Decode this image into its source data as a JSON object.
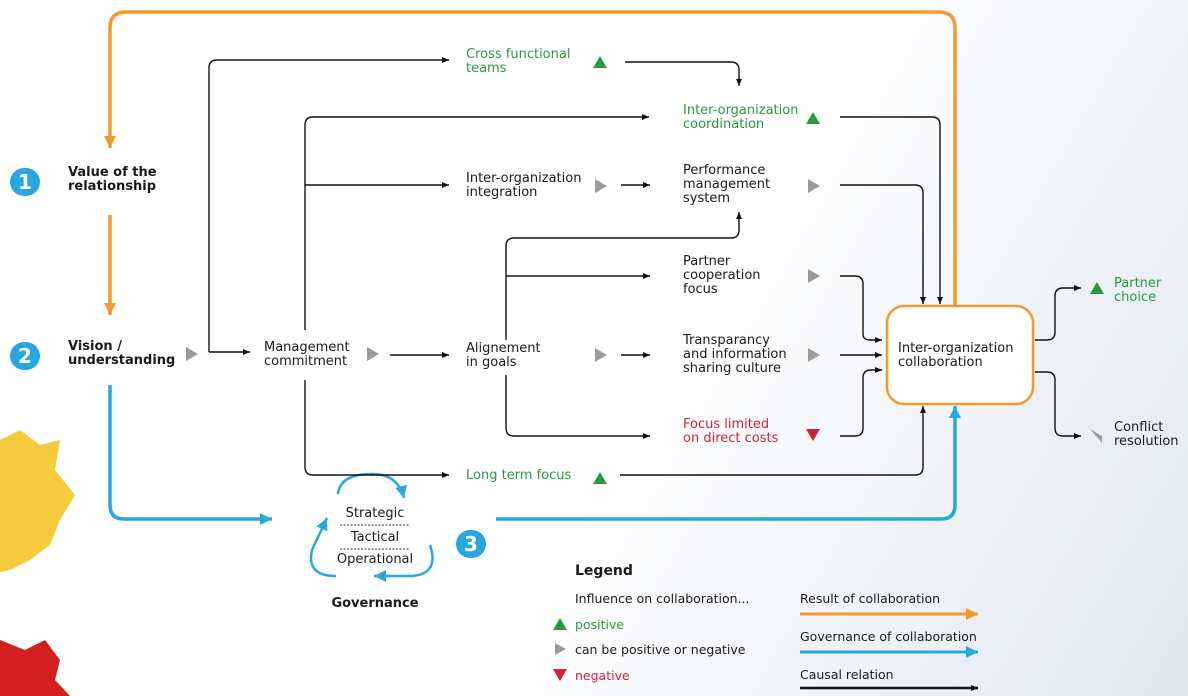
{
  "nodes": {
    "value_of_relationship": "Value of the\nrelationship",
    "vision_understanding": "Vision /\nunderstanding",
    "management_commitment": "Management\ncommitment",
    "cross_functional_teams": "Cross functional\nteams",
    "inter_org_coordination": "Inter-organization\ncoordination",
    "inter_org_integration": "Inter-organization\nintegration",
    "performance_management_system": "Performance\nmanagement\nsystem",
    "partner_cooperation_focus": "Partner\ncooperation\nfocus",
    "alignement_in_goals": "Alignement\nin goals",
    "transparancy": "Transparancy\nand information\nsharing culture",
    "focus_limited": "Focus limited\non direct costs",
    "long_term_focus": "Long term focus",
    "inter_org_collaboration": "Inter-organization\ncollaboration",
    "partner_choice": "Partner\nchoice",
    "conflict_resolution": "Conflict\nresolution"
  },
  "badges": {
    "one": "1",
    "two": "2",
    "three": "3"
  },
  "governance": {
    "strategic": "Strategic",
    "tactical": "Tactical",
    "operational": "Operational",
    "label": "Governance"
  },
  "legend": {
    "title": "Legend",
    "subtitle": "Influence on collaboration...",
    "positive": "positive",
    "mixed": "can be positive or negative",
    "negative": "negative",
    "result": "Result of collaboration",
    "governance": "Governance of collaboration",
    "causal": "Causal relation"
  },
  "colors": {
    "orange": "#f39a2d",
    "blue": "#27a6e0",
    "green": "#2a9a3c",
    "red": "#d6203a",
    "gray": "#9b9b9b"
  }
}
